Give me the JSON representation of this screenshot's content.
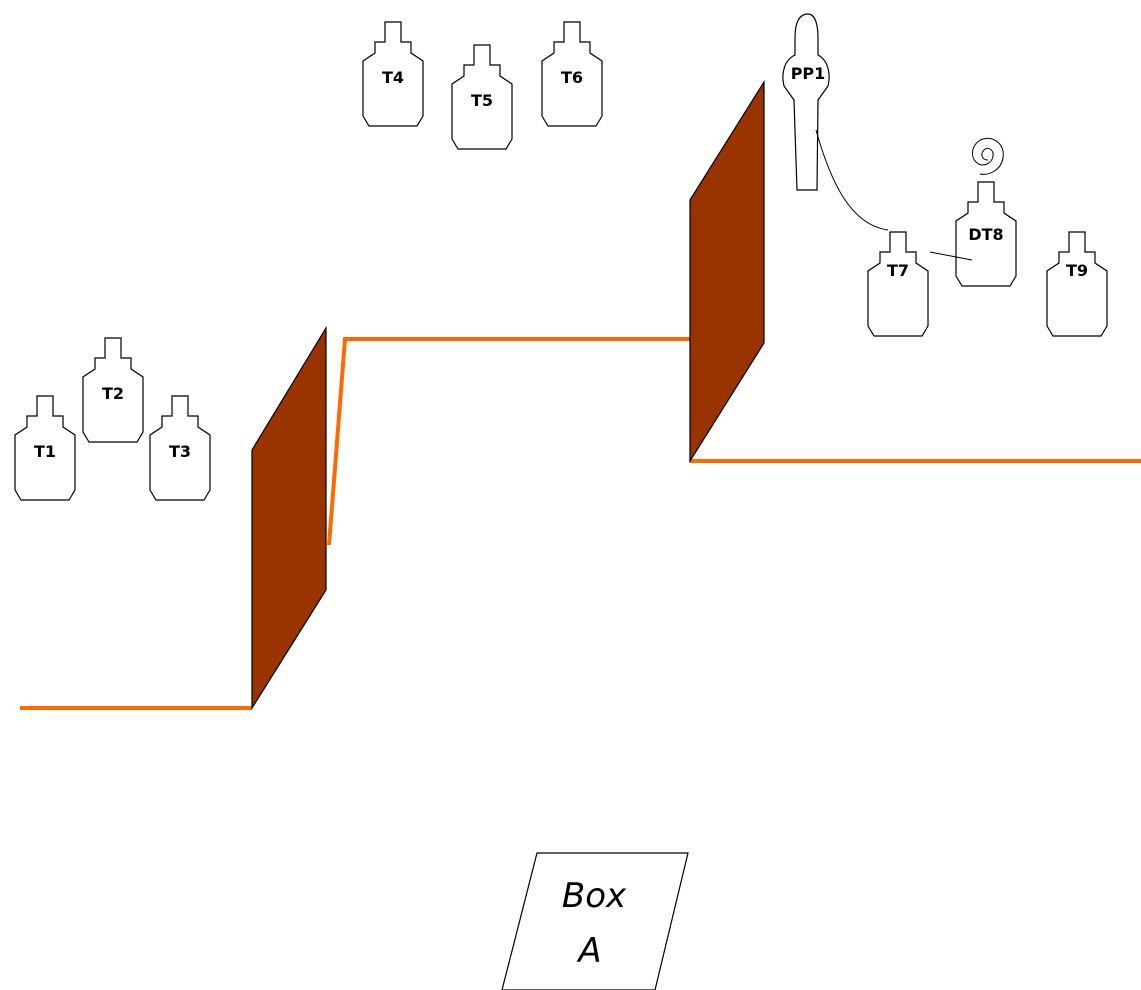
{
  "colors": {
    "barrier_fill": "#993300",
    "fault_line": "#ff6a00",
    "outline": "#000000",
    "background": "#ffffff"
  },
  "targets": {
    "t1": "T1",
    "t2": "T2",
    "t3": "T3",
    "t4": "T4",
    "t5": "T5",
    "t6": "T6",
    "t7": "T7",
    "dt8": "DT8",
    "t9": "T9"
  },
  "popper": {
    "label": "PP1"
  },
  "shooting_box": {
    "line1": "Box",
    "line2": "A"
  }
}
